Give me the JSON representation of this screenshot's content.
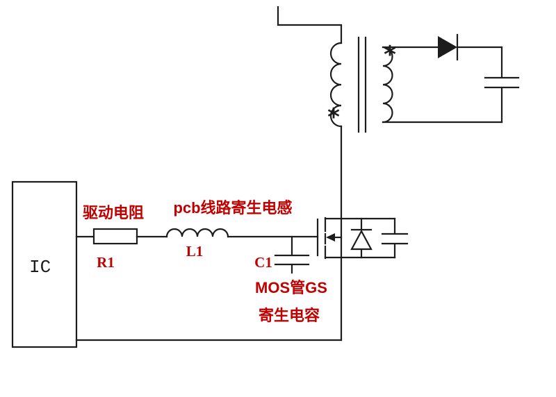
{
  "diagram": {
    "type": "circuit-schematic",
    "background": "#ffffff",
    "line_color": "#1c1c1c",
    "annotation_color": "#c10000",
    "components": {
      "ic_label": "IC",
      "r1_ref": "R1",
      "l1_ref": "L1",
      "c1_ref": "C1"
    },
    "annotations": {
      "drive_resistor": "驱动电阻",
      "pcb_trace_inductance": "pcb线路寄生电感",
      "mos_gs_cap_line1": "MOS管GS",
      "mos_gs_cap_line2": "寄生电容"
    },
    "polarity_marks": {
      "primary": "*",
      "secondary": "*"
    }
  }
}
